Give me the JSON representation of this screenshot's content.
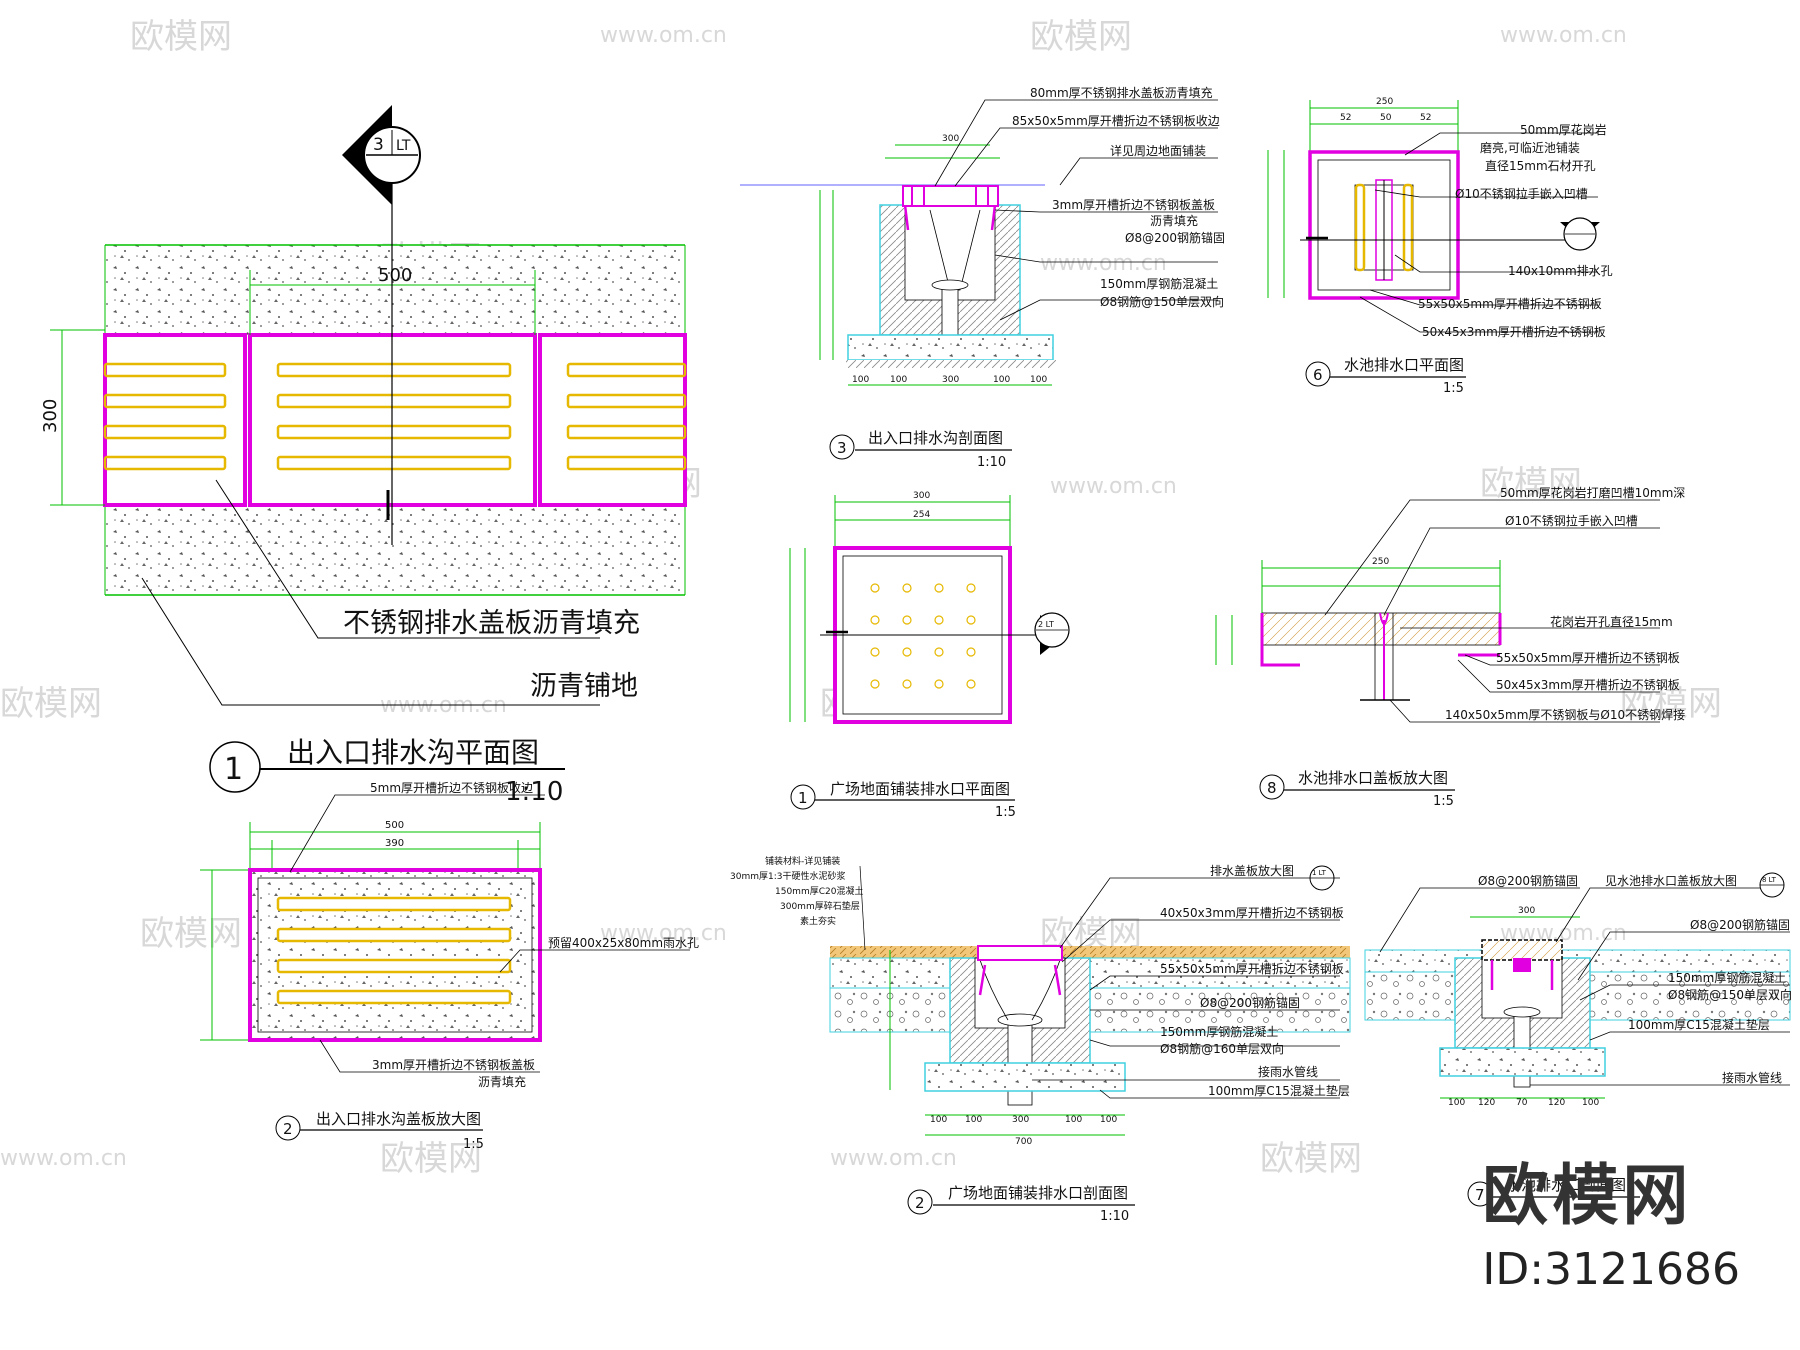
{
  "watermark": {
    "brand": "欧模网",
    "url": "www.om.cn",
    "id": "ID:3121686"
  },
  "d1": {
    "num": "1",
    "title": "出入口排水沟平面图",
    "scale": "1:10",
    "dim_w": "500",
    "dim_h": "300",
    "sec_num": "3",
    "sec_ref": "LT",
    "label_cover": "不锈钢排水盖板沥青填充",
    "label_paving": "沥青铺地"
  },
  "d2": {
    "num": "2",
    "title": "出入口排水沟盖板放大图",
    "scale": "1:5",
    "dim_top": "500",
    "dim_inner": "390",
    "notes": [
      "5mm厚开槽折边不锈钢板收边",
      "预留400x25x80mm雨水孔",
      "3mm厚开槽折边不锈钢板盖板",
      "沥青填充"
    ]
  },
  "d3": {
    "num": "3",
    "title": "出入口排水沟剖面图",
    "scale": "1:10",
    "dim_top": "300",
    "dims_bottom": [
      "100",
      "100",
      "300",
      "100",
      "100"
    ],
    "notes": [
      "80mm厚不锈钢排水盖板沥青填充",
      "85x50x5mm厚开槽折边不锈钢板收边",
      "详见周边地面铺装",
      "3mm厚开槽折边不锈钢板盖板",
      "沥青填充",
      "Ø8@200钢筋锚固",
      "150mm厚钢筋混凝土",
      "Ø8钢筋@150单层双向"
    ]
  },
  "d4": {
    "num": "1",
    "title": "广场地面铺装排水口平面图",
    "scale": "1:5",
    "dim_top": "300",
    "dim_inner": "254",
    "sec_ref": "2 LT"
  },
  "d5": {
    "num": "2",
    "title": "广场地面铺装排水口剖面图",
    "scale": "1:10",
    "dims_bottom": [
      "100",
      "100",
      "300",
      "100",
      "100"
    ],
    "dim_total": "700",
    "layers": [
      "铺装材料-详见铺装",
      "30mm厚1:3干硬性水泥砂浆",
      "150mm厚C20混凝土",
      "300mm厚碎石垫层",
      "素土夯实"
    ],
    "notes": [
      "排水盖板放大图",
      "40x50x3mm厚开槽折边不锈钢板",
      "55x50x5mm厚开槽折边不锈钢板",
      "Ø8@200钢筋锚固",
      "150mm厚钢筋混凝土",
      "Ø8钢筋@160单层双向",
      "接雨水管线",
      "100mm厚C15混凝土垫层"
    ],
    "callout_ref": "1 LT"
  },
  "d6": {
    "num": "6",
    "title": "水池排水口平面图",
    "scale": "1:5",
    "dim_top": "250",
    "dims_sub": [
      "52",
      "50",
      "52"
    ],
    "notes": [
      "50mm厚花岗岩",
      "磨亮,可临近池铺装",
      "直径15mm石材开孔",
      "Ø10不锈钢拉手嵌入凹槽",
      "140x10mm排水孔",
      "55x50x5mm厚开槽折边不锈钢板",
      "50x45x3mm厚开槽折边不锈钢板"
    ]
  },
  "d7": {
    "num": "7",
    "title": "水池排水口剖面图",
    "dims_bottom": [
      "100",
      "120",
      "70",
      "120",
      "100"
    ],
    "dim_top": "300",
    "notes": [
      "Ø8@200钢筋锚固",
      "见水池排水口盖板放大图",
      "Ø8@200钢筋锚固",
      "150mm厚钢筋混凝土",
      "Ø8钢筋@150单层双向",
      "100mm厚C15混凝土垫层",
      "接雨水管线"
    ],
    "callout_ref": "8 LT"
  },
  "d8": {
    "num": "8",
    "title": "水池排水口盖板放大图",
    "scale": "1:5",
    "dim_top": "250",
    "notes": [
      "50mm厚花岗岩打磨凹槽10mm深",
      "Ø10不锈钢拉手嵌入凹槽",
      "花岗岩开孔直径15mm",
      "55x50x5mm厚开槽折边不锈钢板",
      "50x45x3mm厚开槽折边不锈钢板",
      "140x50x5mm厚不锈钢板与Ø10不锈钢焊接"
    ]
  },
  "colors": {
    "green": "#00c000",
    "magenta": "#e000e0",
    "yellow": "#e6b800",
    "cyan": "#40d0e0",
    "hatch": "#9a9a9a",
    "line": "#000000"
  }
}
